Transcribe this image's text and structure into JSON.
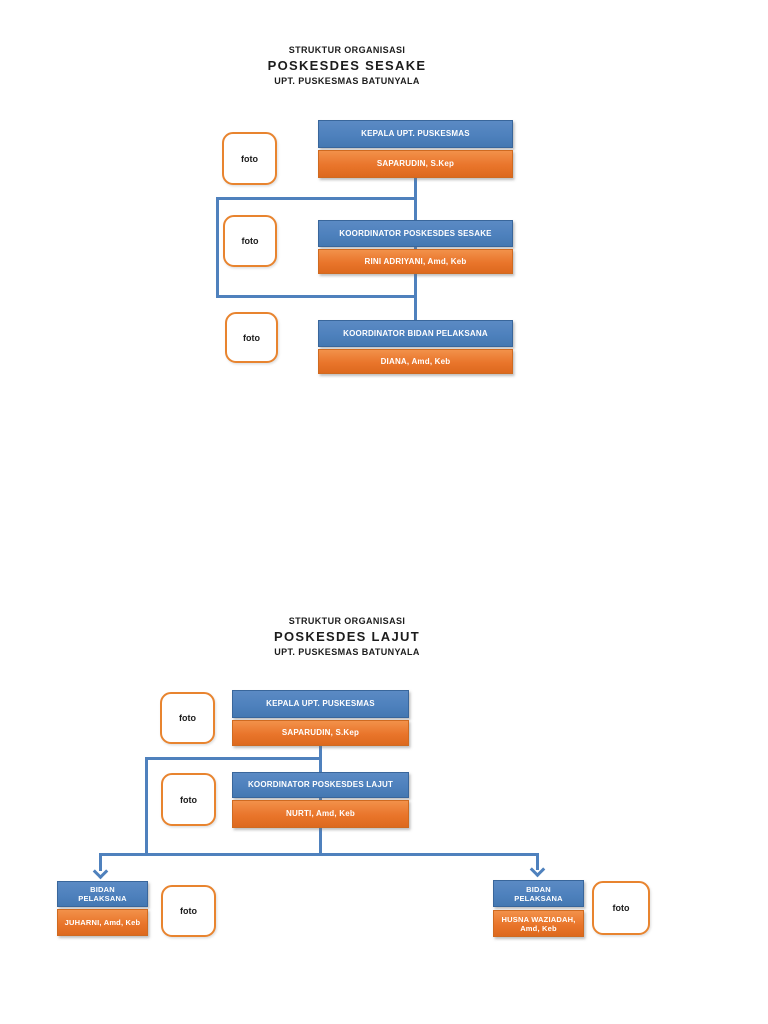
{
  "colors": {
    "box_blue": "#4E81BD",
    "box_blue_border": "#39669B",
    "box_orange": "#E9752B",
    "box_orange_border": "#CF6A20",
    "connector_blue": "#4F81BD",
    "photo_border_orange": "#E8842F",
    "box_text": "#FFFFFF",
    "title_text": "#1C1C1C",
    "page_background": "#FFFFFF"
  },
  "charts": [
    {
      "title": {
        "line1": "STRUKTUR ORGANISASI",
        "line2": "POSKESDES SESAKE",
        "line3": "UPT. PUSKESMAS BATUNYALA"
      },
      "nodes": [
        {
          "role": "KEPALA  UPT. PUSKESMAS",
          "name": "SAPARUDIN, S.Kep",
          "photo": "foto"
        },
        {
          "role": "KOORDINATOR POSKESDES SESAKE",
          "name": "RINI ADRIYANI, Amd, Keb",
          "photo": "foto"
        },
        {
          "role": "KOORDINATOR BIDAN PELAKSANA",
          "name": "DIANA, Amd, Keb",
          "photo": "foto"
        }
      ]
    },
    {
      "title": {
        "line1": "STRUKTUR ORGANISASI",
        "line2": "POSKESDES LAJUT",
        "line3": "UPT. PUSKESMAS BATUNYALA"
      },
      "nodes": [
        {
          "role": "KEPALA  UPT. PUSKESMAS",
          "name": "SAPARUDIN, S.Kep",
          "photo": "foto"
        },
        {
          "role": "KOORDINATOR POSKESDES LAJUT",
          "name": "NURTI, Amd, Keb",
          "photo": "foto"
        },
        {
          "role": "BIDAN PELAKSANA",
          "name": "JUHARNI, Amd, Keb",
          "photo": "foto"
        },
        {
          "role": "BIDAN PELAKSANA",
          "name": "HUSNA WAZIADAH, Amd, Keb",
          "photo": "foto"
        }
      ]
    }
  ]
}
